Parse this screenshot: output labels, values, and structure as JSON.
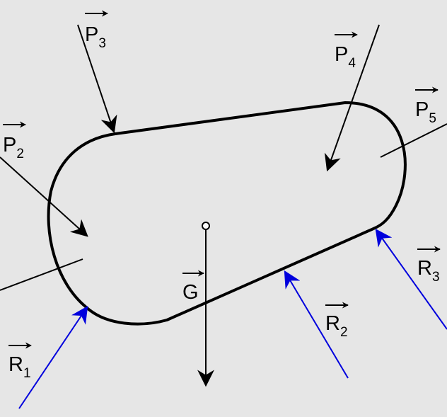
{
  "colors": {
    "background": "#e6e6e6",
    "body_outline": "#000000",
    "applied_force": "#000000",
    "reaction_force": "#0000dd"
  },
  "forces": {
    "P1": {
      "letter": "P",
      "index": "3"
    },
    "P2": {
      "letter": "P",
      "index": "2"
    },
    "P4": {
      "letter": "P",
      "index": "4"
    },
    "P5": {
      "letter": "P",
      "index": "5"
    },
    "R1": {
      "letter": "R",
      "index": "1"
    },
    "R2": {
      "letter": "R",
      "index": "2"
    },
    "R3": {
      "letter": "R",
      "index": "3"
    },
    "G": {
      "letter": "G"
    }
  },
  "vector_arrow": "→"
}
